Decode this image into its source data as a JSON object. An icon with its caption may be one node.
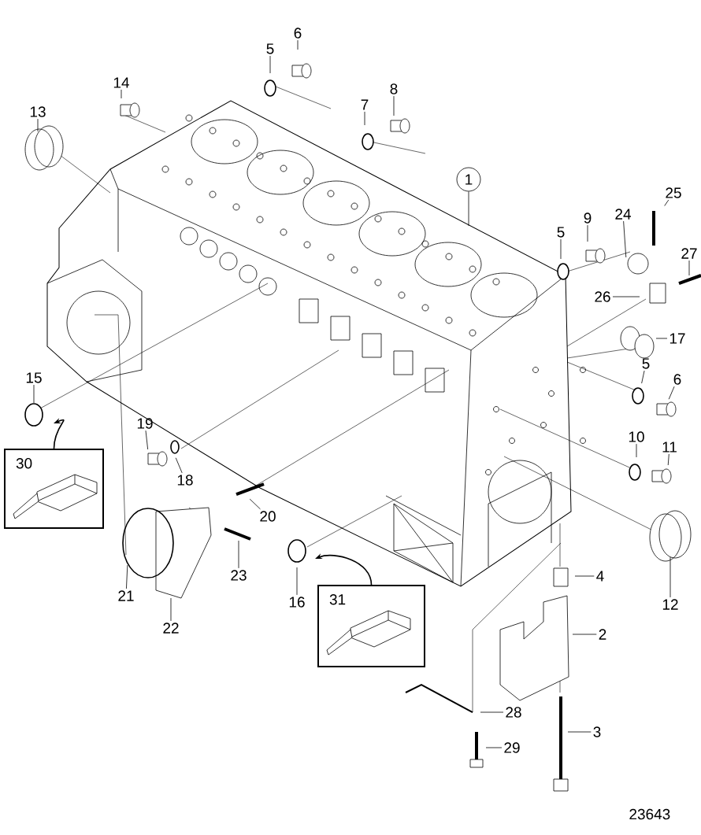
{
  "diagram": {
    "nodes": [
      {
        "text": [
          "6"
        ]
      },
      {
        "text": [
          "5"
        ]
      },
      {
        "text": [
          "14"
        ]
      },
      {
        "text": [
          "8"
        ]
      },
      {
        "text": [
          "7"
        ]
      },
      {
        "text": [
          "13"
        ]
      },
      {
        "text": [
          "1"
        ]
      },
      {
        "text": [
          "25"
        ]
      },
      {
        "text": [
          "24"
        ]
      },
      {
        "text": [
          "9"
        ]
      },
      {
        "text": [
          "5"
        ]
      },
      {
        "text": [
          "27"
        ]
      },
      {
        "text": [
          "26"
        ]
      },
      {
        "text": [
          "17"
        ]
      },
      {
        "text": [
          "5"
        ]
      },
      {
        "text": [
          "6"
        ]
      },
      {
        "text": [
          "15"
        ]
      },
      {
        "text": [
          "19"
        ]
      },
      {
        "text": [
          "10"
        ]
      },
      {
        "text": [
          "11"
        ]
      },
      {
        "text": [
          "30"
        ]
      },
      {
        "text": [
          "18"
        ]
      },
      {
        "text": [
          "20"
        ]
      },
      {
        "text": [
          "23"
        ]
      },
      {
        "text": [
          "4"
        ]
      },
      {
        "text": [
          "31"
        ]
      },
      {
        "text": [
          "21"
        ]
      },
      {
        "text": [
          "12"
        ]
      },
      {
        "text": [
          "16"
        ]
      },
      {
        "text": [
          "22"
        ]
      },
      {
        "text": [
          "2"
        ]
      },
      {
        "text": [
          "28"
        ]
      },
      {
        "text": [
          "3"
        ]
      },
      {
        "text": [
          "29"
        ]
      }
    ],
    "edges": [
      {
        "from": 0,
        "to": null,
        "arrow": "none"
      },
      {
        "from": 1,
        "to": null,
        "arrow": "none"
      },
      {
        "from": 2,
        "to": null,
        "arrow": "none"
      },
      {
        "from": 3,
        "to": null,
        "arrow": "none"
      },
      {
        "from": 4,
        "to": null,
        "arrow": "none"
      },
      {
        "from": 5,
        "to": null,
        "arrow": "none"
      },
      {
        "from": 6,
        "to": null,
        "arrow": "none"
      },
      {
        "from": 7,
        "to": null,
        "arrow": "none"
      },
      {
        "from": 8,
        "to": null,
        "arrow": "none"
      },
      {
        "from": 9,
        "to": null,
        "arrow": "none"
      },
      {
        "from": 10,
        "to": null,
        "arrow": "none"
      },
      {
        "from": 11,
        "to": null,
        "arrow": "none"
      },
      {
        "from": 12,
        "to": null,
        "arrow": "none"
      },
      {
        "from": 13,
        "to": null,
        "arrow": "none"
      },
      {
        "from": 14,
        "to": null,
        "arrow": "none"
      },
      {
        "from": 15,
        "to": null,
        "arrow": "none"
      },
      {
        "from": 16,
        "to": null,
        "arrow": "none"
      },
      {
        "from": 17,
        "to": null,
        "arrow": "none"
      },
      {
        "from": 18,
        "to": null,
        "arrow": "none"
      },
      {
        "from": 19,
        "to": null,
        "arrow": "none"
      },
      {
        "from": 20,
        "to": null,
        "arrow": "to"
      },
      {
        "from": 21,
        "to": null,
        "arrow": "none"
      },
      {
        "from": 22,
        "to": null,
        "arrow": "none"
      },
      {
        "from": 23,
        "to": null,
        "arrow": "none"
      },
      {
        "from": 24,
        "to": null,
        "arrow": "none"
      },
      {
        "from": 25,
        "to": null,
        "arrow": "to"
      },
      {
        "from": 26,
        "to": null,
        "arrow": "none"
      },
      {
        "from": 27,
        "to": null,
        "arrow": "none"
      },
      {
        "from": 28,
        "to": null,
        "arrow": "none"
      },
      {
        "from": 29,
        "to": null,
        "arrow": "none"
      },
      {
        "from": 30,
        "to": null,
        "arrow": "none"
      },
      {
        "from": 31,
        "to": null,
        "arrow": "none"
      },
      {
        "from": 32,
        "to": null,
        "arrow": "none"
      },
      {
        "from": 33,
        "to": null,
        "arrow": "none"
      }
    ],
    "labels": [
      "23643"
    ]
  }
}
